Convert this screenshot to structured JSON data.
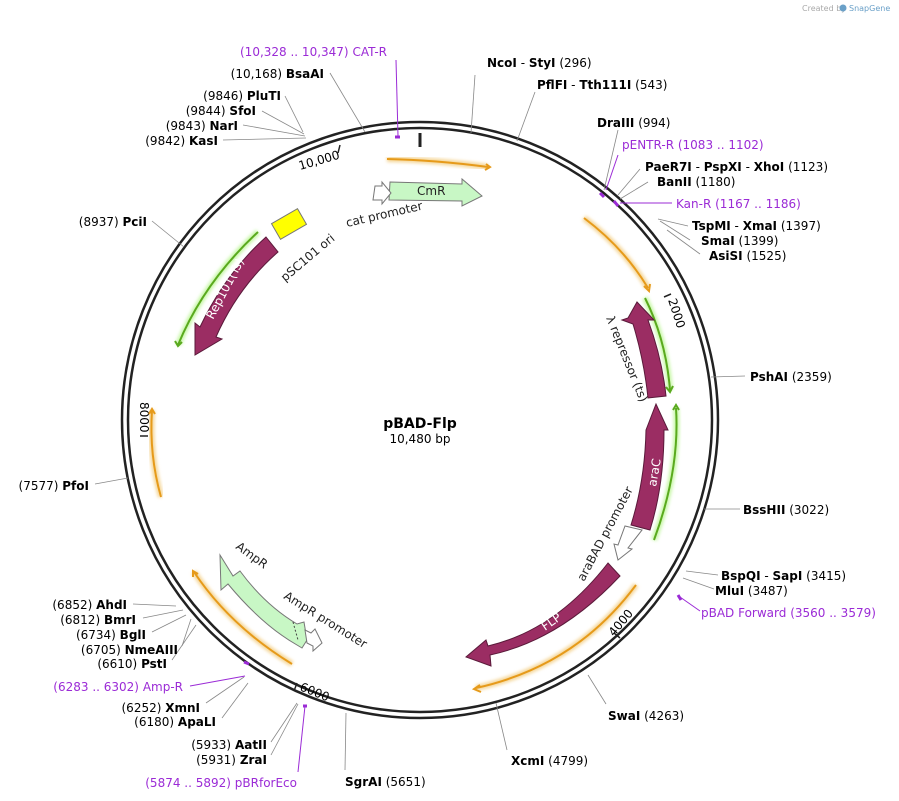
{
  "credit": {
    "created_by": "Created by",
    "brand": "SnapGene"
  },
  "map": {
    "name": "pBAD-Flp",
    "size": "10,480 bp"
  },
  "ticks": [
    {
      "label": "10,000",
      "bp": 10000
    },
    {
      "label": "2000",
      "bp": 2000
    },
    {
      "label": "4000",
      "bp": 4000
    },
    {
      "label": "6000",
      "bp": 6000
    },
    {
      "label": "8000",
      "bp": 8000
    }
  ],
  "sites": [
    {
      "name": "NcoI",
      "extra": "StyI",
      "pos": "(296)"
    },
    {
      "name": "PflFI",
      "extra": "Tth111I",
      "pos": "(543)"
    },
    {
      "name": "DraIII",
      "pos": "(994)"
    },
    {
      "name": "PaeR7I",
      "extra": "PspXI",
      "extra2": "XhoI",
      "pos": "(1123)"
    },
    {
      "name": "BanII",
      "pos": "(1180)"
    },
    {
      "name": "TspMI",
      "extra": "XmaI",
      "pos": "(1397)"
    },
    {
      "name": "SmaI",
      "pos": "(1399)"
    },
    {
      "name": "AsiSI",
      "pos": "(1525)"
    },
    {
      "name": "PshAI",
      "pos": "(2359)"
    },
    {
      "name": "BssHII",
      "pos": "(3022)"
    },
    {
      "name": "BspQI",
      "extra": "SapI",
      "pos": "(3415)"
    },
    {
      "name": "MluI",
      "pos": "(3487)"
    },
    {
      "name": "SwaI",
      "pos": "(4263)"
    },
    {
      "name": "XcmI",
      "pos": "(4799)"
    },
    {
      "name": "SgrAI",
      "pos": "(5651)"
    },
    {
      "name": "ZraI",
      "pos": "(5931)"
    },
    {
      "name": "AatII",
      "pos": "(5933)"
    },
    {
      "name": "ApaLI",
      "pos": "(6180)"
    },
    {
      "name": "XmnI",
      "pos": "(6252)"
    },
    {
      "name": "PstI",
      "pos": "(6610)"
    },
    {
      "name": "NmeAIII",
      "pos": "(6705)"
    },
    {
      "name": "BglI",
      "pos": "(6734)"
    },
    {
      "name": "BmrI",
      "pos": "(6812)"
    },
    {
      "name": "AhdI",
      "pos": "(6852)"
    },
    {
      "name": "PfoI",
      "pos": "(7577)"
    },
    {
      "name": "PciI",
      "pos": "(8937)"
    },
    {
      "name": "KasI",
      "pos": "(9842)"
    },
    {
      "name": "NarI",
      "pos": "(9843)"
    },
    {
      "name": "SfoI",
      "pos": "(9844)"
    },
    {
      "name": "PluTI",
      "pos": "(9846)"
    },
    {
      "name": "BsaAI",
      "pos": "(10,168)"
    }
  ],
  "primers": [
    {
      "name": "CAT-R",
      "range": "(10,328 .. 10,347)"
    },
    {
      "name": "pENTR-R",
      "range": "(1083 .. 1102)"
    },
    {
      "name": "Kan-R",
      "range": "(1167 .. 1186)"
    },
    {
      "name": "pBAD Forward",
      "range": "(3560 .. 3579)"
    },
    {
      "name": "Amp-R",
      "range": "(6283 .. 6302)"
    },
    {
      "name": "pBRforEco",
      "range": "(5874 .. 5892)"
    }
  ],
  "features": [
    {
      "name": "CmR",
      "color": "#c8f7c5"
    },
    {
      "name": "cat promoter",
      "color": "#ffffff"
    },
    {
      "name": "pSC101 ori",
      "color": "#ffff00"
    },
    {
      "name": "Rep101(Ts)",
      "color": "#9b2d63"
    },
    {
      "name": "λ repressor (ts)",
      "color": "#9b2d63"
    },
    {
      "name": "araC",
      "color": "#9b2d63"
    },
    {
      "name": "araBAD promoter",
      "color": "#ffffff"
    },
    {
      "name": "FLP",
      "color": "#9b2d63"
    },
    {
      "name": "AmpR",
      "color": "#c8f7c5"
    },
    {
      "name": "AmpR promoter",
      "color": "#ffffff"
    }
  ]
}
